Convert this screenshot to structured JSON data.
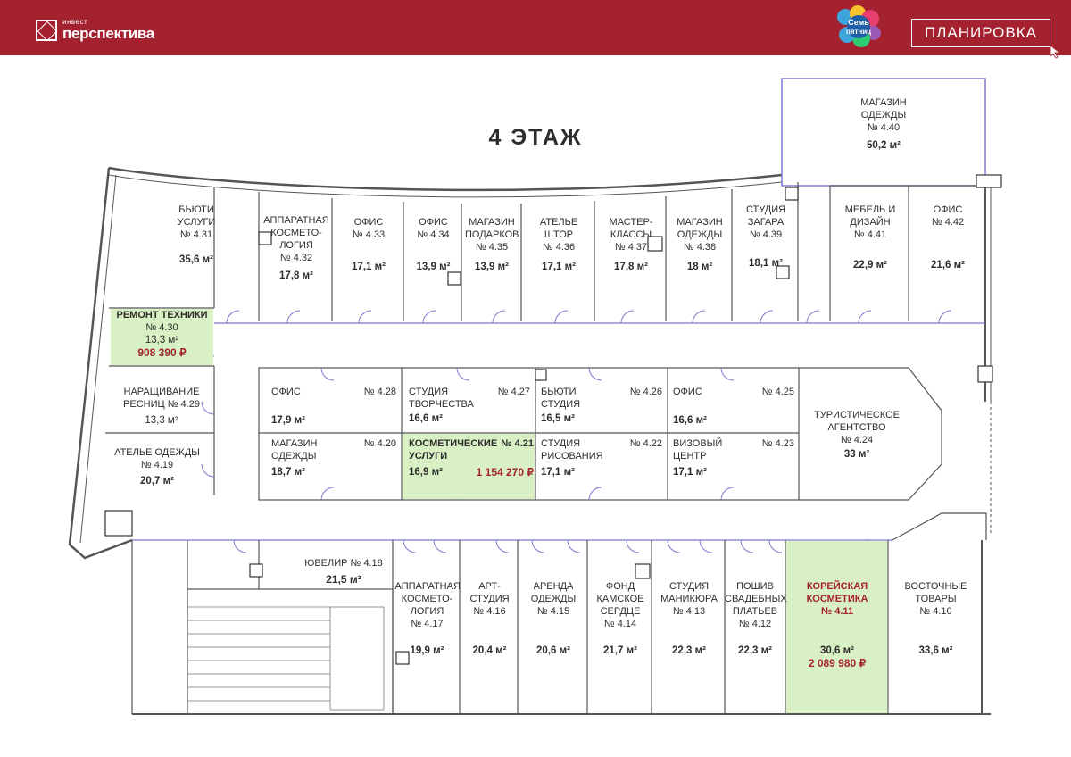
{
  "header": {
    "logo_small": "инвест",
    "logo_big": "перспектива",
    "brand_name": "Семь пятниц",
    "plan_button": "ПЛАНИРОВКА",
    "colors": {
      "bar": "#a4222f",
      "highlight": "#d8f0c3",
      "price": "#a4222f"
    }
  },
  "floor_title": "4 ЭТАЖ",
  "area_unit": "м",
  "rooms": [
    {
      "id": "r431",
      "name": "БЬЮТИ УСЛУГИ",
      "num": "№ 4.31",
      "area": "35,6 м²"
    },
    {
      "id": "r432",
      "name": "АППАРАТНАЯ КОСМЕТО-ЛОГИЯ",
      "num": "№ 4.32",
      "area": "17,8 м²"
    },
    {
      "id": "r433",
      "name": "ОФИС",
      "num": "№ 4.33",
      "area": "17,1 м²"
    },
    {
      "id": "r434",
      "name": "ОФИС",
      "num": "№ 4.34",
      "area": "13,9 м²"
    },
    {
      "id": "r435",
      "name": "МАГАЗИН ПОДАРКОВ",
      "num": "№ 4.35",
      "area": "13,9 м²"
    },
    {
      "id": "r436",
      "name": "АТЕЛЬЕ ШТОР",
      "num": "№ 4.36",
      "area": "17,1 м²"
    },
    {
      "id": "r437",
      "name": "МАСТЕР-КЛАССЫ",
      "num": "№ 4.37",
      "area": "17,8 м²"
    },
    {
      "id": "r438",
      "name": "МАГАЗИН ОДЕЖДЫ",
      "num": "№ 4.38",
      "area": "18 м²"
    },
    {
      "id": "r439",
      "name": "СТУДИЯ ЗАГАРА",
      "num": "№ 4.39",
      "area": "18,1 м²"
    },
    {
      "id": "r440",
      "name": "МАГАЗИН ОДЕЖДЫ",
      "num": "№ 4.40",
      "area": "50,2 м²"
    },
    {
      "id": "r441",
      "name": "МЕБЕЛЬ И ДИЗАЙН",
      "num": "№ 4.41",
      "area": "22,9 м²"
    },
    {
      "id": "r442",
      "name": "ОФИС",
      "num": "№ 4.42",
      "area": "21,6 м²"
    },
    {
      "id": "r430",
      "name": "РЕМОНТ ТЕХНИКИ",
      "num": "№ 4.30",
      "area": "13,3 м²",
      "price": "908 390 ₽",
      "highlight": true
    },
    {
      "id": "r429",
      "name": "НАРАЩИВАНИЕ РЕСНИЦ № 4.29",
      "num": "",
      "area": "13,3 м²"
    },
    {
      "id": "r419",
      "name": "АТЕЛЬЕ ОДЕЖДЫ",
      "num": "№ 4.19",
      "area": "20,7 м²"
    },
    {
      "id": "r428",
      "name": "ОФИС",
      "num": "№ 4.28",
      "area": "17,9 м²"
    },
    {
      "id": "r427",
      "name": "СТУДИЯ ТВОРЧЕСТВА",
      "num": "№ 4.27",
      "area": "16,6 м²"
    },
    {
      "id": "r426",
      "name": "БЬЮТИ СТУДИЯ",
      "num": "№ 4.26",
      "area": "16,5 м²"
    },
    {
      "id": "r425",
      "name": "ОФИС",
      "num": "№ 4.25",
      "area": "16,6 м²"
    },
    {
      "id": "r424",
      "name": "ТУРИСТИЧЕСКОЕ АГЕНТСТВО",
      "num": "№ 4.24",
      "area": "33 м²"
    },
    {
      "id": "r420",
      "name": "МАГАЗИН ОДЕЖДЫ",
      "num": "№ 4.20",
      "area": "18,7 м²"
    },
    {
      "id": "r421",
      "name": "КОСМЕТИЧЕСКИЕ УСЛУГИ",
      "num": "№ 4.21",
      "area": "16,9 м²",
      "price": "1 154 270 ₽",
      "highlight": true
    },
    {
      "id": "r422",
      "name": "СТУДИЯ РИСОВАНИЯ",
      "num": "№ 4.22",
      "area": "17,1 м²"
    },
    {
      "id": "r423",
      "name": "ВИЗОВЫЙ ЦЕНТР",
      "num": "№ 4.23",
      "area": "17,1 м²"
    },
    {
      "id": "r418",
      "name": "ЮВЕЛИР № 4.18",
      "num": "",
      "area": "21,5 м²"
    },
    {
      "id": "r417",
      "name": "АППАРАТНАЯ КОСМЕТО-ЛОГИЯ",
      "num": "№ 4.17",
      "area": "19,9 м²"
    },
    {
      "id": "r416",
      "name": "АРТ-СТУДИЯ",
      "num": "№ 4.16",
      "area": "20,4 м²"
    },
    {
      "id": "r415",
      "name": "АРЕНДА ОДЕЖДЫ",
      "num": "№ 4.15",
      "area": "20,6 м²"
    },
    {
      "id": "r414",
      "name": "ФОНД КАМСКОЕ СЕРДЦЕ",
      "num": "№ 4.14",
      "area": "21,7 м²"
    },
    {
      "id": "r413",
      "name": "СТУДИЯ МАНИКЮРА",
      "num": "№ 4.13",
      "area": "22,3 м²"
    },
    {
      "id": "r412",
      "name": "ПОШИВ СВАДЕБНЫХ ПЛАТЬЕВ",
      "num": "№ 4.12",
      "area": "22,3 м²"
    },
    {
      "id": "r411",
      "name": "КОРЕЙСКАЯ КОСМЕТИКА",
      "num": "№ 4.11",
      "area": "30,6 м²",
      "price": "2 089 980 ₽",
      "highlight": true
    },
    {
      "id": "r410",
      "name": "ВОСТОЧНЫЕ ТОВАРЫ",
      "num": "№ 4.10",
      "area": "33,6 м²"
    }
  ]
}
